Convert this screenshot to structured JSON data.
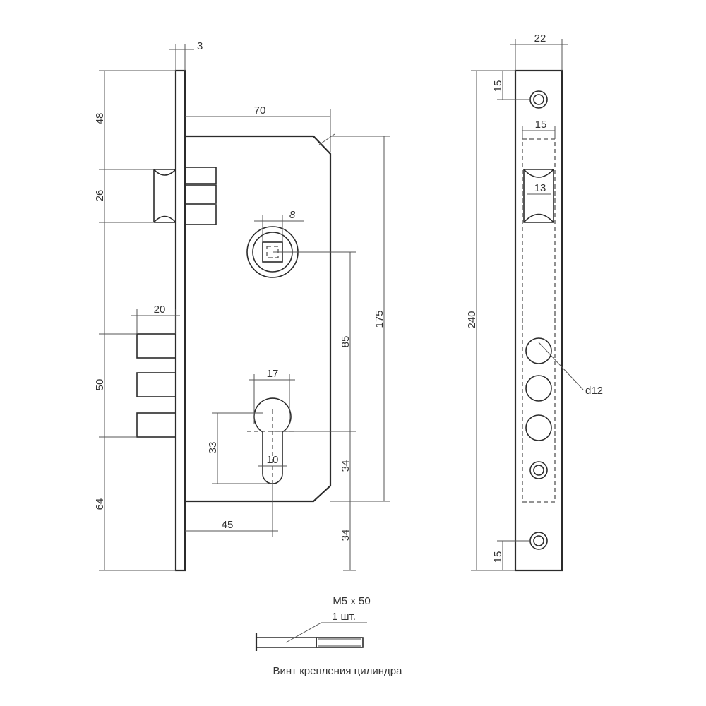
{
  "dimensions": {
    "faceplate_thickness": "3",
    "top_to_latch": "48",
    "latch_height": "26",
    "body_width": "70",
    "spindle": "8",
    "bolt_projection": "20",
    "bolt_span": "50",
    "body_height": "175",
    "spindle_to_cylinder": "85",
    "cylinder_width": "17",
    "cylinder_height": "33",
    "cylinder_slot": "10",
    "cylinder_to_bottom": "34",
    "bottom_to_end": "64",
    "backset": "45",
    "lower_offset": "34",
    "plate_width": "22",
    "plate_top_hole": "15",
    "plate_cutout_width": "15",
    "plate_latch_width": "13",
    "plate_length": "240",
    "bolt_hole_diameter": "d12",
    "plate_bottom_hole": "15"
  },
  "screw": {
    "spec": "M5 x 50",
    "quantity": "1 шт.",
    "caption": "Винт крепления цилиндра"
  }
}
